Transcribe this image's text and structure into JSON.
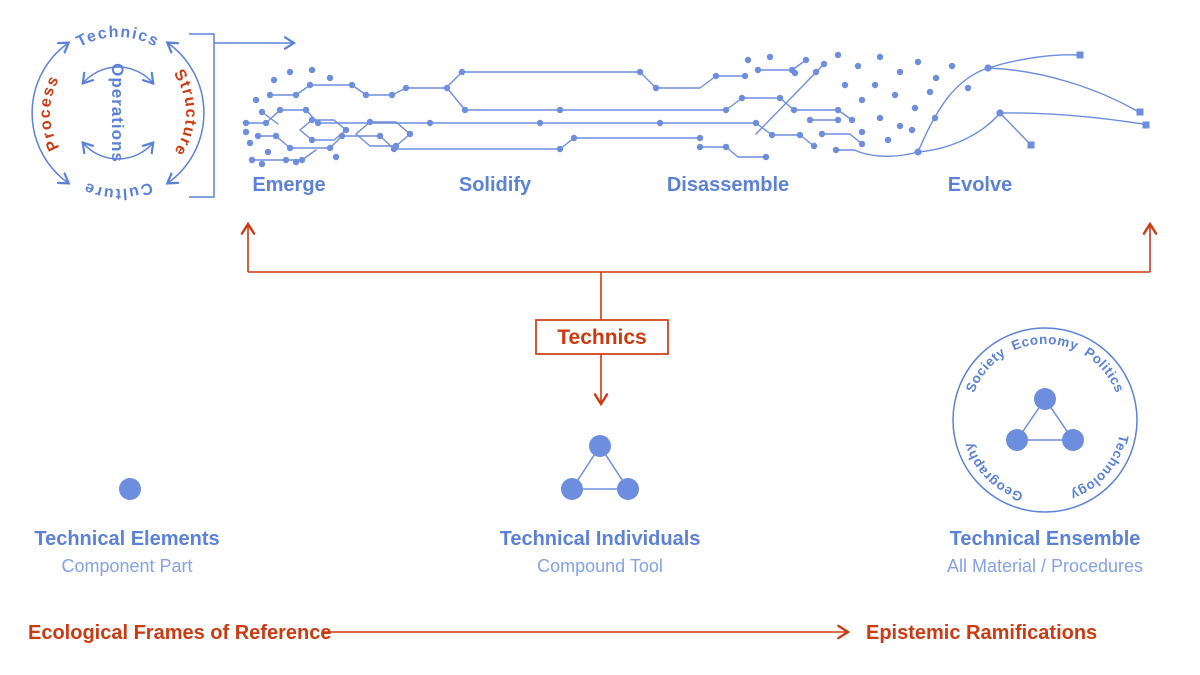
{
  "colors": {
    "blue": "#5b82d8",
    "light_blue": "#84a2e8",
    "network_blue": "#6d8edf",
    "red": "#cc3a12",
    "background": "#ffffff"
  },
  "cycle_diagram": {
    "top_word": "Technics",
    "right_word": "Structure",
    "bottom_word": "Culture",
    "left_word": "Process",
    "center_word": "Operations"
  },
  "timeline": {
    "stage_labels": [
      "Emerge",
      "Solidify",
      "Disassemble",
      "Evolve"
    ]
  },
  "technics_box_label": "Technics",
  "levels": [
    {
      "title": "Technical Elements",
      "subtitle": "Component Part",
      "icon": "single-node-dot"
    },
    {
      "title": "Technical Individuals",
      "subtitle": "Compound Tool",
      "icon": "triangle-network"
    },
    {
      "title": "Technical Ensemble",
      "subtitle": "All Material / Procedures",
      "icon": "ring-network",
      "ring_words": [
        "Society",
        "Economy",
        "Politics",
        "Technology",
        "Geography"
      ]
    }
  ],
  "bottom_axis": {
    "left_label": "Ecological Frames of Reference",
    "right_label": "Epistemic Ramifications"
  }
}
